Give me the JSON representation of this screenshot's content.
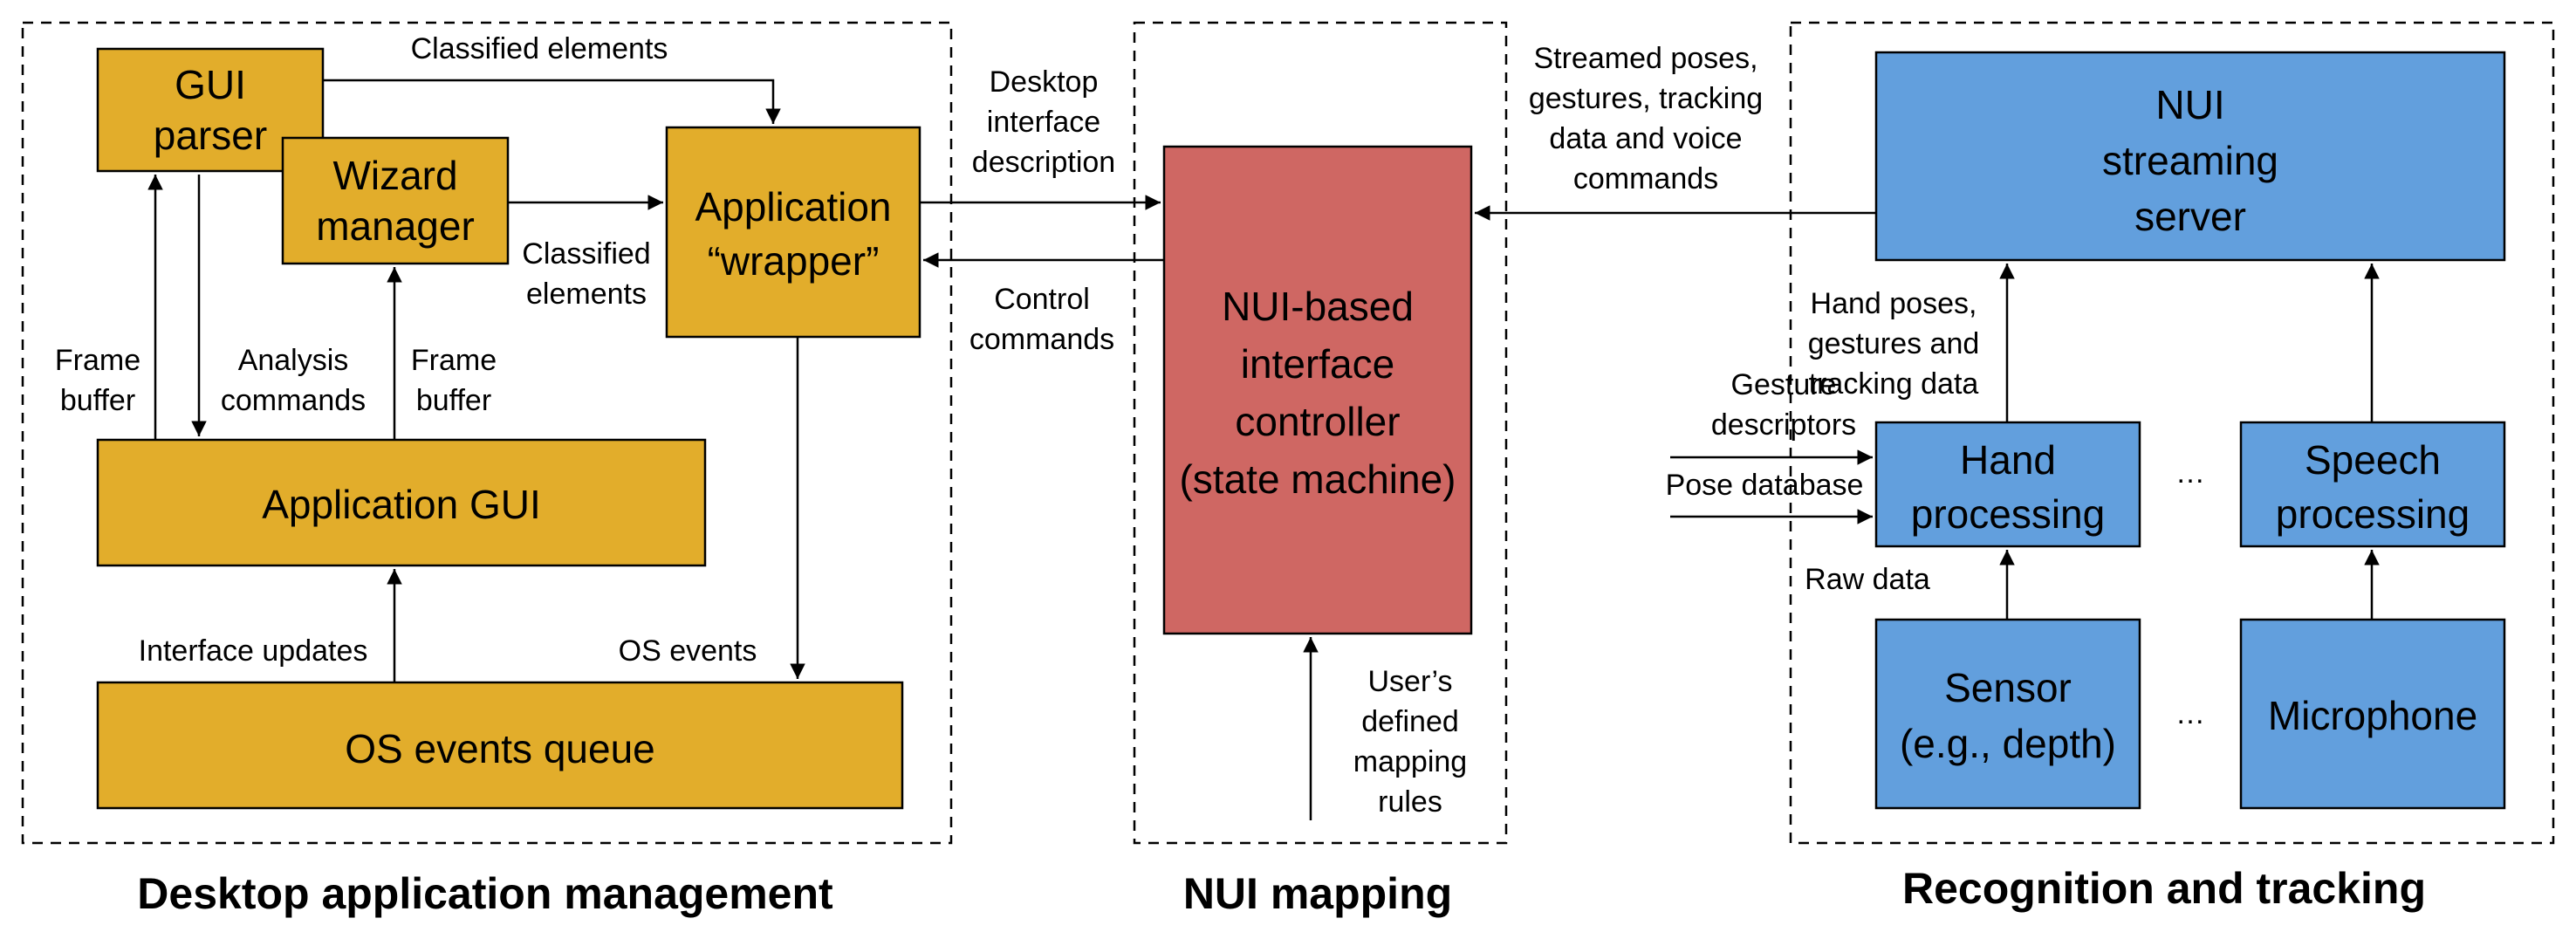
{
  "colors": {
    "desktop_box": "#E2AD2B",
    "controller_box": "#CF6763",
    "recognition_box": "#629FDD",
    "stroke": "#000000"
  },
  "sections": {
    "desktop": "Desktop application management",
    "mapping": "NUI mapping",
    "recognition": "Recognition and tracking"
  },
  "boxes": {
    "gui_parser": [
      "GUI",
      "parser"
    ],
    "wizard_manager": [
      "Wizard",
      "manager"
    ],
    "app_wrapper": [
      "Application",
      "“wrapper”"
    ],
    "application_gui": [
      "Application GUI"
    ],
    "os_events_queue": [
      "OS events queue"
    ],
    "controller": [
      "NUI-based",
      "interface",
      "controller",
      "(state machine)"
    ],
    "streaming_server": [
      "NUI",
      "streaming",
      "server"
    ],
    "hand_processing": [
      "Hand",
      "processing"
    ],
    "speech_processing": [
      "Speech",
      "processing"
    ],
    "sensor": [
      "Sensor",
      "(e.g., depth)"
    ],
    "microphone": [
      "Microphone"
    ]
  },
  "edge_labels": {
    "classified_top": [
      "Classified elements"
    ],
    "classified_mid": [
      "Classified",
      "elements"
    ],
    "frame_buffer_left": [
      "Frame",
      "buffer"
    ],
    "analysis_commands": [
      "Analysis",
      "commands"
    ],
    "frame_buffer_right": [
      "Frame",
      "buffer"
    ],
    "interface_updates": [
      "Interface updates"
    ],
    "os_events": [
      "OS events"
    ],
    "desktop_interface": [
      "Desktop",
      "interface",
      "description"
    ],
    "control_commands": [
      "Control",
      "commands"
    ],
    "user_rules": [
      "User’s",
      "defined",
      "mapping",
      "rules"
    ],
    "streamed": [
      "Streamed poses,",
      "gestures, tracking",
      "data and voice",
      "commands"
    ],
    "hand_poses": [
      "Hand poses,",
      "gestures and",
      "tracking data"
    ],
    "gesture_descriptors": [
      "Gesture",
      "descriptors"
    ],
    "pose_database": [
      "Pose database"
    ],
    "raw_data": [
      "Raw data"
    ]
  },
  "ellipses": {
    "processing_row": "…",
    "device_row": "…"
  }
}
